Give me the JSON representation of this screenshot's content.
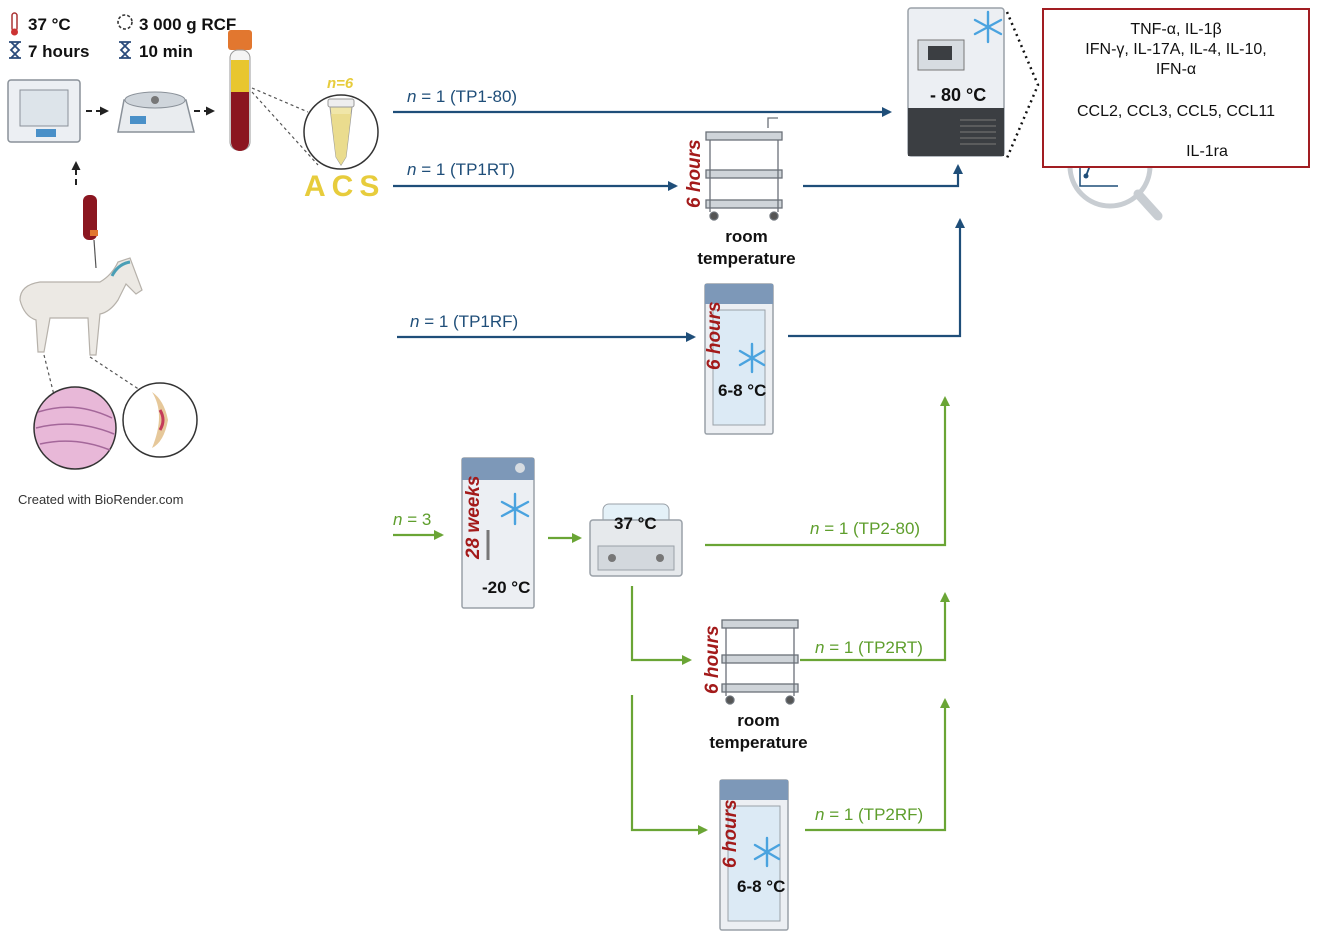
{
  "prep": {
    "temp": "37 °C",
    "duration": "7 hours",
    "centrifuge_force": "3 000 g RCF",
    "centrifuge_time": "10 min",
    "aliquots": "n=6",
    "product": "ACS",
    "credit": "Created with BioRender.com"
  },
  "paths_tp1": {
    "tp1_80": "n = 1 (TP1-80)",
    "tp1rt": "n = 1 (TP1RT)",
    "tp1rf": "n = 1 (TP1RF)"
  },
  "paths_tp2": {
    "n3": "n = 3",
    "tp2_80": "n = 1 (TP2-80)",
    "tp2rt": "n = 1 (TP2RT)",
    "tp2rf": "n = 1 (TP2RF)"
  },
  "storage": {
    "freezer_80": "- 80 °C",
    "six_hours": "6 hours",
    "room_temperature": "room\ntemperature",
    "fridge_temp": "6-8 °C",
    "weeks": "28 weeks",
    "freezer_20": "-20 °C",
    "water_bath": "37 °C"
  },
  "analysis": {
    "line1": "TNF-α, IL-1β",
    "line2": "IFN-γ, IL-17A, IL-4, IL-10,",
    "line3": "IFN-α",
    "line4": "CCL2, CCL3, CCL5, CCL11",
    "line5": "IL-1ra"
  },
  "colors": {
    "tp1_arrow": "#1f4e79",
    "tp2_arrow": "#6aa535",
    "box_border": "#a11d22",
    "hours_text": "#a31a1a",
    "acs": "#e7cc3c"
  }
}
